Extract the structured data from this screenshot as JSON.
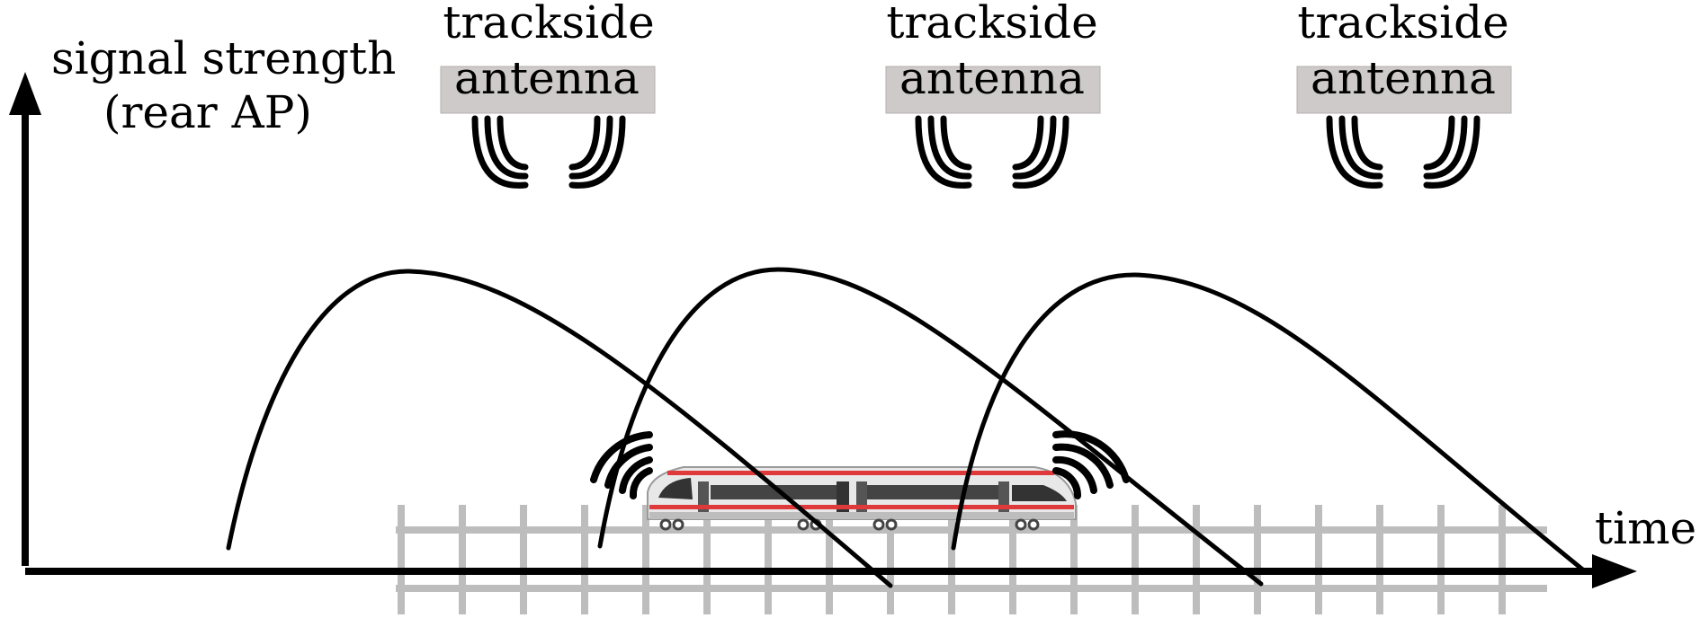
{
  "y_axis_label": [
    "signal strength",
    "(rear AP)"
  ],
  "x_axis_label": "time",
  "antennas": [
    {
      "label": [
        "trackside",
        "antenna"
      ]
    },
    {
      "label": [
        "trackside",
        "antenna"
      ]
    },
    {
      "label": [
        "trackside",
        "antenna"
      ]
    }
  ],
  "colors": {
    "line": "#000000",
    "antenna_box": "#cfcaca",
    "track": "#bdbdbd",
    "train_body": "#e8e8e8",
    "train_stripe": "#e0393b",
    "train_window": "#333333"
  },
  "icons": {
    "antenna_waves": "wave-arc-icon",
    "train": "train-icon",
    "track": "railway-track-icon"
  }
}
